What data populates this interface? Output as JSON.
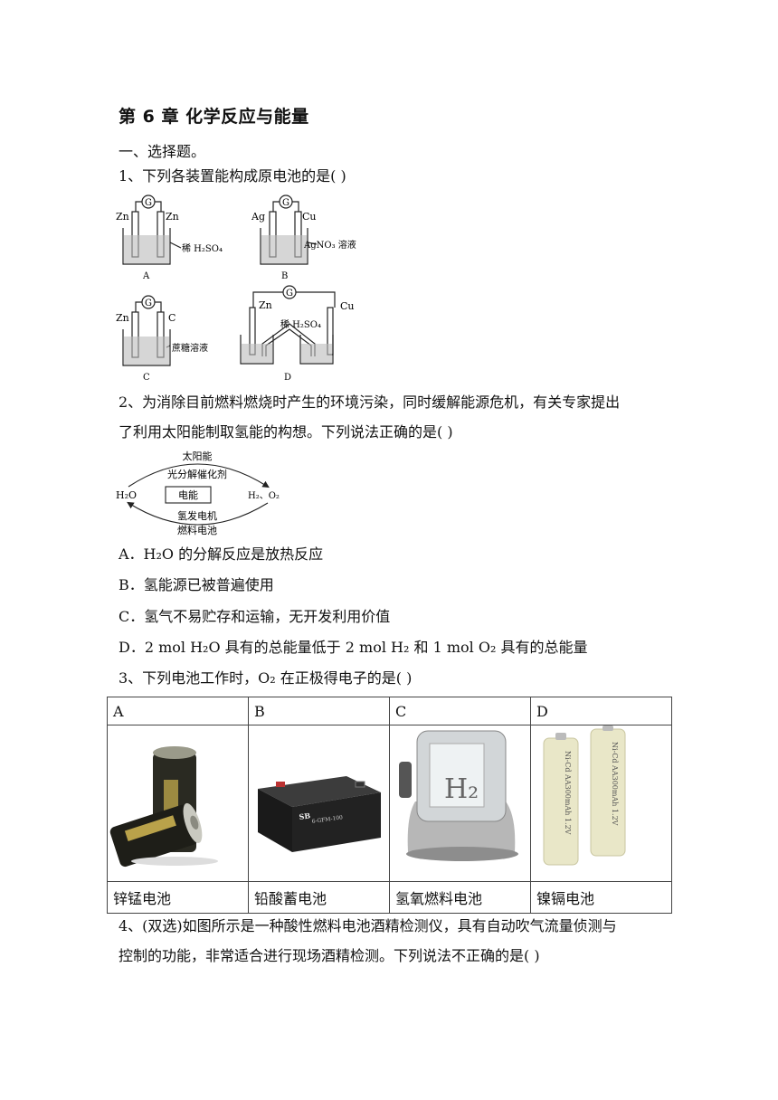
{
  "title": "第 6 章  化学反应与能量",
  "section": "一、选择题。",
  "q1": {
    "stem": "1、下列各装置能构成原电池的是(        )",
    "figA": {
      "left": "Zn",
      "right": "Zn",
      "solution": "稀 H₂SO₄",
      "tag": "A",
      "meter": "G"
    },
    "figB": {
      "left": "Ag",
      "right": "Cu",
      "solution": "AgNO₃ 溶液",
      "tag": "B",
      "meter": "G"
    },
    "figC": {
      "left": "Zn",
      "right": "C",
      "solution": "蔗糖溶液",
      "tag": "C",
      "meter": "G"
    },
    "figD": {
      "left": "Zn",
      "right": "Cu",
      "solution": "稀 H₂SO₄",
      "tag": "D",
      "meter": "G"
    }
  },
  "q2": {
    "stem1": "2、为消除目前燃料燃烧时产生的环境污染，同时缓解能源危机，有关专家提出",
    "stem2": "了利用太阳能制取氢能的构想。下列说法正确的是(        )",
    "cycle": {
      "top1": "太阳能",
      "top2": "光分解催化剂",
      "left": "H₂O",
      "center": "电能",
      "right": "H₂、O₂",
      "bottom1": "氢发电机",
      "bottom2": "燃料电池"
    },
    "optA": "A．H₂O 的分解反应是放热反应",
    "optB": "B．氢能源已被普遍使用",
    "optC": "C．氢气不易贮存和运输，无开发利用价值",
    "optD": "D．2 mol H₂O 具有的总能量低于 2 mol H₂ 和 1 mol O₂ 具有的总能量"
  },
  "q3": {
    "stem": "3、下列电池工作时，O₂ 在正极得电子的是(        )",
    "headers": [
      "A",
      "B",
      "C",
      "D"
    ],
    "labels": [
      "锌锰电池",
      "铅酸蓄电池",
      "氢氧燃料电池",
      "镍镉电池"
    ],
    "img_text": {
      "b_brand": "SB",
      "b_model": "6-GFM-100",
      "c_mark": "H₂",
      "d_label": "Ni-Cd AA300mAh 1.2V"
    }
  },
  "q4": {
    "stem1": "4、(双选)如图所示是一种酸性燃料电池酒精检测仪，具有自动吹气流量侦测与",
    "stem2": "控制的功能，非常适合进行现场酒精检测。下列说法不正确的是(        )"
  }
}
